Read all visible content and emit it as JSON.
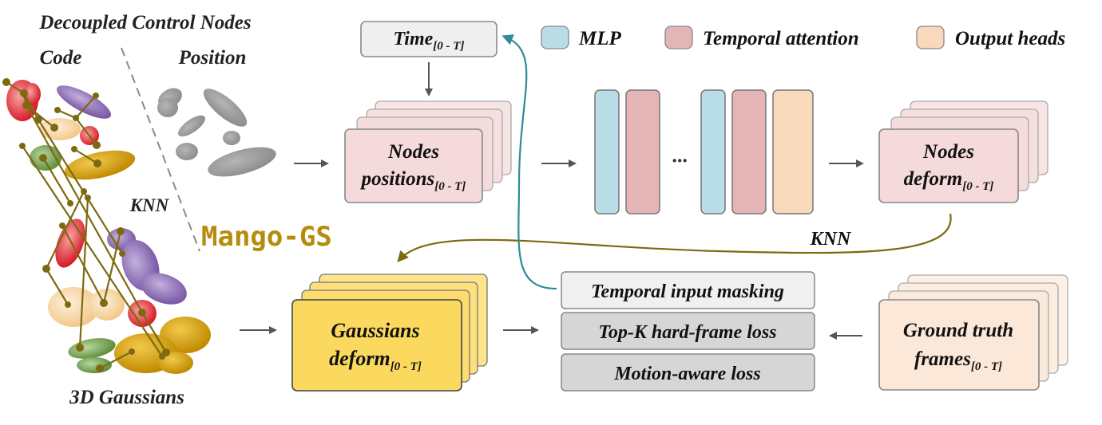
{
  "colors": {
    "mlp": "#b9dde7",
    "temporal_attention": "#e4b5b5",
    "output_heads": "#f9d9bc",
    "nodes_box": "#f4dada",
    "gaussians_box": "#fbd95f",
    "gt_box": "#fbe8d8",
    "loss_box": "#d6d6d6",
    "mask_box": "#f0f0f0",
    "time_box": "#efefef",
    "brand": "#b58c0c",
    "olive_arrow": "#7d6a10",
    "teal_arrow": "#2f8a99",
    "gray_arrow": "#555555"
  },
  "labels": {
    "decoupled_title": "Decoupled Control Nodes",
    "code": "Code",
    "position": "Position",
    "knn_left": "KNN",
    "knn_arrow": "KNN",
    "gaussians_3d": "3D Gaussians",
    "brand": "Mango-GS",
    "time_main": "Time",
    "time_sub": "[0 - T]",
    "nodes_positions_line1": "Nodes",
    "nodes_positions_line2": "positions",
    "nodes_positions_sub": "[0 - T]",
    "nodes_deform_line1": "Nodes",
    "nodes_deform_line2": "deform",
    "nodes_deform_sub": "[0 - T]",
    "gaussians_deform_line1": "Gaussians",
    "gaussians_deform_line2": "deform",
    "gaussians_deform_sub": "[0 - T]",
    "gt_line1": "Ground truth",
    "gt_line2": "frames",
    "gt_sub": "[0 - T]",
    "temporal_masking": "Temporal input masking",
    "topk_loss": "Top-K hard-frame loss",
    "motion_loss": "Motion-aware loss",
    "ellipsis": "···"
  },
  "legend": [
    {
      "label": "MLP",
      "color": "#b9dde7"
    },
    {
      "label": "Temporal attention",
      "color": "#e4b5b5"
    },
    {
      "label": "Output heads",
      "color": "#f9d9bc"
    }
  ]
}
